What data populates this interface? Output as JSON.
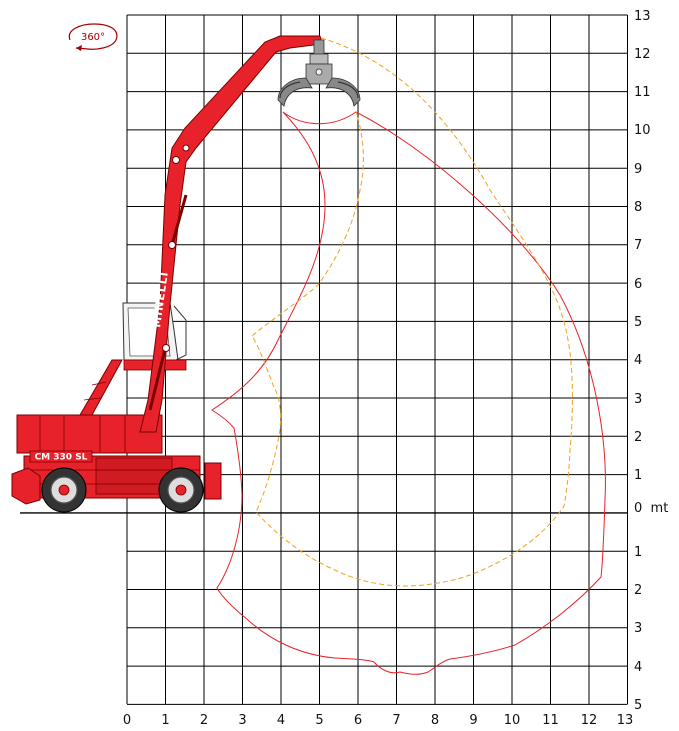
{
  "rotation_badge": "360°",
  "machine": {
    "brand": "MINELLI",
    "model": "CM 330 SL"
  },
  "axes": {
    "x_ticks": [
      "0",
      "1",
      "2",
      "3",
      "4",
      "5",
      "6",
      "7",
      "8",
      "9",
      "10",
      "11",
      "12",
      "13"
    ],
    "y_up_ticks": [
      "13",
      "12",
      "11",
      "10",
      "9",
      "8",
      "7",
      "6",
      "5",
      "4",
      "3",
      "2",
      "1"
    ],
    "y_zero_label": "0  mt",
    "y_down_ticks": [
      "1",
      "2",
      "3",
      "4",
      "5"
    ]
  },
  "colors": {
    "grid": "#000000",
    "machine_red": "#e8222a",
    "outer_envelope": "#e8222a",
    "inner_envelope": "#f0a020"
  }
}
